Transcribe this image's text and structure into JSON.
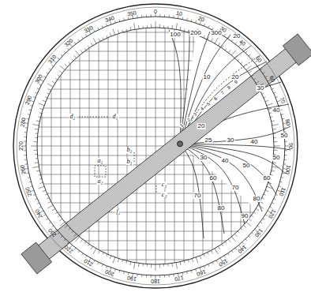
{
  "diagram": {
    "labels": [
      "0",
      "10",
      "20",
      "30",
      "40",
      "50",
      "60",
      "70",
      "80",
      "90",
      "100",
      "110",
      "120",
      "130",
      "140",
      "150",
      "160",
      "170",
      "180",
      "190",
      "200",
      "210",
      "220",
      "230",
      "240",
      "250",
      "260",
      "270",
      "280",
      "290",
      "300",
      "310",
      "320",
      "330",
      "340",
      "350",
      "100",
      "200",
      "300",
      "20",
      "10",
      "20",
      "30",
      "40",
      "50",
      "20",
      "25",
      "30",
      "40",
      "50",
      "30",
      "40",
      "50",
      "60",
      "60",
      "70",
      "80",
      "70",
      "80",
      "90",
      "d₂",
      "d₁",
      "b₂",
      "b₁",
      "a₁",
      "a₂",
      "c₁",
      "c₂",
      "f₂",
      "1",
      "2",
      "3",
      "4",
      "5",
      "6",
      "7",
      "8",
      "9"
    ]
  }
}
